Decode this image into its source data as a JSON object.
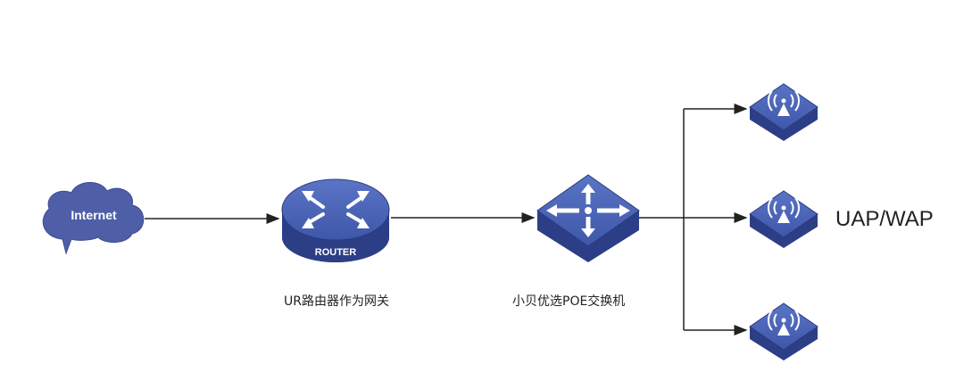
{
  "nodes": {
    "internet": {
      "label": "Internet"
    },
    "router": {
      "badge": "ROUTER",
      "caption": "UR路由器作为网关"
    },
    "switch": {
      "caption": "小贝优选POE交换机"
    },
    "ap_group": {
      "caption": "UAP/WAP"
    }
  },
  "colors": {
    "device_top": "#4a63b5",
    "device_side": "#2c3f86",
    "device_edge": "#1f2f6c",
    "line": "#222222"
  }
}
